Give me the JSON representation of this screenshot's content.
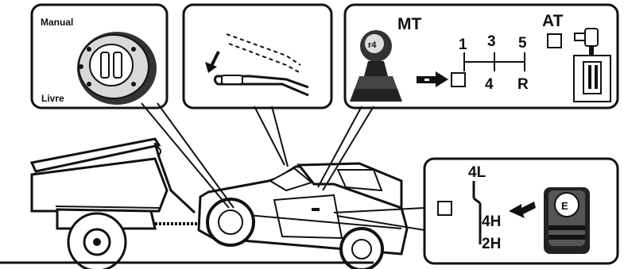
{
  "hub_panel": {
    "label_top": "Manual",
    "label_bottom": "Livre"
  },
  "shift_panel": {
    "mt_label": "MT",
    "at_label": "AT",
    "gears": {
      "g1": "1",
      "g3": "3",
      "g5": "5",
      "g4": "4",
      "gR": "R"
    }
  },
  "transfer_panel": {
    "pos_4l": "4L",
    "pos_4h": "4H",
    "pos_2h": "2H"
  }
}
